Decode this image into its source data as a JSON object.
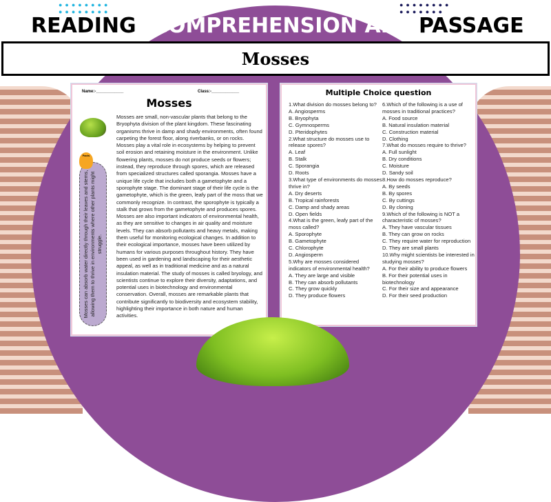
{
  "header": {
    "word1": "READING",
    "word2": "COMPREHENSION AND",
    "word3": "PASSAGE",
    "title": "Mosses"
  },
  "colors": {
    "purple": "#8e4d97",
    "stripe": "#c8907c",
    "dots_left": "#22b5e0",
    "dots_right": "#1a1a5a"
  },
  "passage_page": {
    "name_label": "Name:-____________",
    "class_label": "Class:-____________",
    "title": "Mosses",
    "text": "Mosses are small, non-vascular plants that belong to the Bryophyta division of the plant kingdom. These fascinating organisms thrive in damp and shady environments, often found carpeting the forest floor, along riverbanks, or on rocks. Mosses play a vital role in ecosystems by helping to prevent soil erosion and retaining moisture in the environment. Unlike flowering plants, mosses do not produce seeds or flowers; instead, they reproduce through spores, which are released from specialized structures called sporangia. Mosses have a unique life cycle that includes both a gametophyte and a sporophyte stage. The dominant stage of their life cycle is the gametophyte, which is the green, leafy part of the moss that we commonly recognize. In contrast, the sporophyte is typically a stalk that grows from the gametophyte and produces spores. Mosses are also important indicators of environmental health, as they are sensitive to changes in air quality and moisture levels. They can absorb pollutants and heavy metals, making them useful for monitoring ecological changes. In addition to their ecological importance, mosses have been utilized by humans for various purposes throughout history. They have been used in gardening and landscaping for their aesthetic appeal, as well as in traditional medicine and as a natural insulation material. The study of mosses is called bryology, and scientists continue to explore their diversity, adaptations, and potential uses in biotechnology and environmental conservation. Overall, mosses are remarkable plants that contribute significantly to biodiversity and ecosystem stability, highlighting their importance in both nature and human activities.",
    "facts_label": "Facts",
    "fact": "Mosses can absorb water directly through their leaves and stems, allowing them to thrive in environments where other plants might struggle."
  },
  "mc_page": {
    "title": "Multiple Choice question",
    "col1": [
      "1.What division do mosses belong to?",
      "A. Angiosperms",
      "B. Bryophyta",
      "C. Gymnosperms",
      "D. Pteridophytes",
      "2.What structure do mosses use to release spores?",
      "A. Leaf",
      "B. Stalk",
      "C. Sporangia",
      "D. Roots",
      "3.What type of environments do mosses thrive in?",
      "A. Dry deserts",
      "B. Tropical rainforests",
      "C. Damp and shady areas",
      "D. Open fields",
      "4.What is the green, leafy part of the moss called?",
      "A. Sporophyte",
      "B. Gametophyte",
      "C. Chlorophyte",
      "D. Angiosperm",
      "5.Why are mosses considered indicators of environmental health?",
      "A. They are large and visible",
      "B. They can absorb pollutants",
      "C. They grow quickly",
      "D. They produce flowers"
    ],
    "col2": [
      "6.Which of the following is a use of mosses in traditional practices?",
      "A. Food source",
      "B. Natural insulation material",
      "C. Construction material",
      "D. Clothing",
      "7.What do mosses require to thrive?",
      "A. Full sunlight",
      "B. Dry conditions",
      "C. Moisture",
      "D. Sandy soil",
      "8.How do mosses reproduce?",
      "A. By seeds",
      "B. By spores",
      "C. By cuttings",
      "D. By cloning",
      "9.Which of the following is NOT a characteristic of mosses?",
      "A. They have vascular tissues",
      "B. They can grow on rocks",
      "C. They require water for reproduction",
      "D. They are small plants",
      "10.Why might scientists be interested in studying mosses?",
      "A. For their ability to produce flowers",
      "B. For their potential uses in biotechnology",
      "C. For their size and appearance",
      "D. For their seed production"
    ]
  }
}
